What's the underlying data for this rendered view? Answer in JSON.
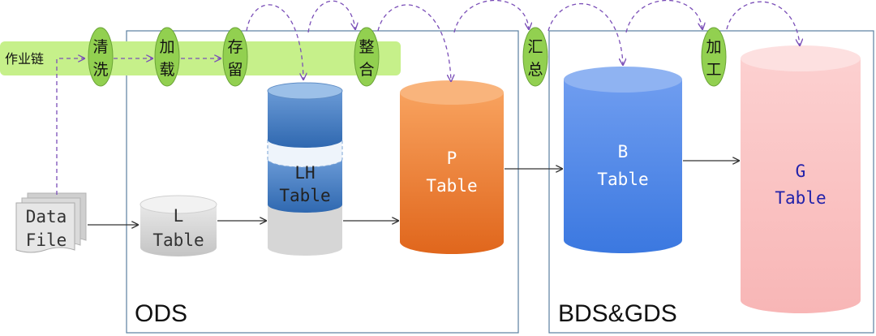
{
  "zones": {
    "ods": "ODS",
    "bds_gds": "BDS&GDS"
  },
  "chain": {
    "label": "作业链",
    "steps": [
      {
        "top": "清",
        "bottom": "洗"
      },
      {
        "top": "加",
        "bottom": "载"
      },
      {
        "top": "存",
        "bottom": "留"
      },
      {
        "top": "整",
        "bottom": "合"
      },
      {
        "top": "汇",
        "bottom": "总"
      },
      {
        "top": "加",
        "bottom": "工"
      }
    ]
  },
  "nodes": {
    "data_file": {
      "line1": "Data",
      "line2": "File"
    },
    "l_table": {
      "line1": "L",
      "line2": "Table"
    },
    "lh_table": {
      "line1": "LH",
      "line2": "Table"
    },
    "p_table": {
      "line1": "P",
      "line2": "Table"
    },
    "b_table": {
      "line1": "B",
      "line2": "Table"
    },
    "g_table": {
      "line1": "G",
      "line2": "Table"
    }
  },
  "colors": {
    "chain_band": "#c6f08a",
    "step_oval": "#92d050",
    "dashed_arrow": "#7b4fb8",
    "zone_border": "#5a7fa0",
    "l_table": "#d9d9d9",
    "lh_table": "#4a7fc1",
    "p_table": "#f07a2a",
    "b_table": "#4f86e8",
    "g_table": "#fbc4c4",
    "g_text": "#2222aa"
  }
}
